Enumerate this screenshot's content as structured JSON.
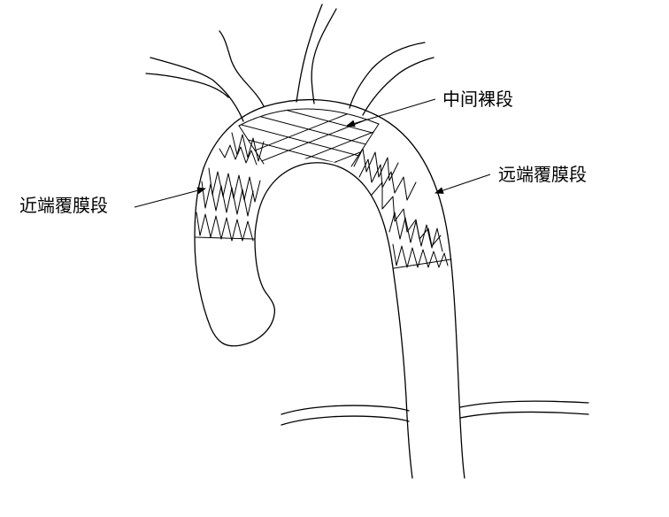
{
  "labels": {
    "middle_bare_segment": "中间裸段",
    "proximal_covered_segment": "近端覆膜段",
    "distal_covered_segment": "远端覆膜段"
  }
}
